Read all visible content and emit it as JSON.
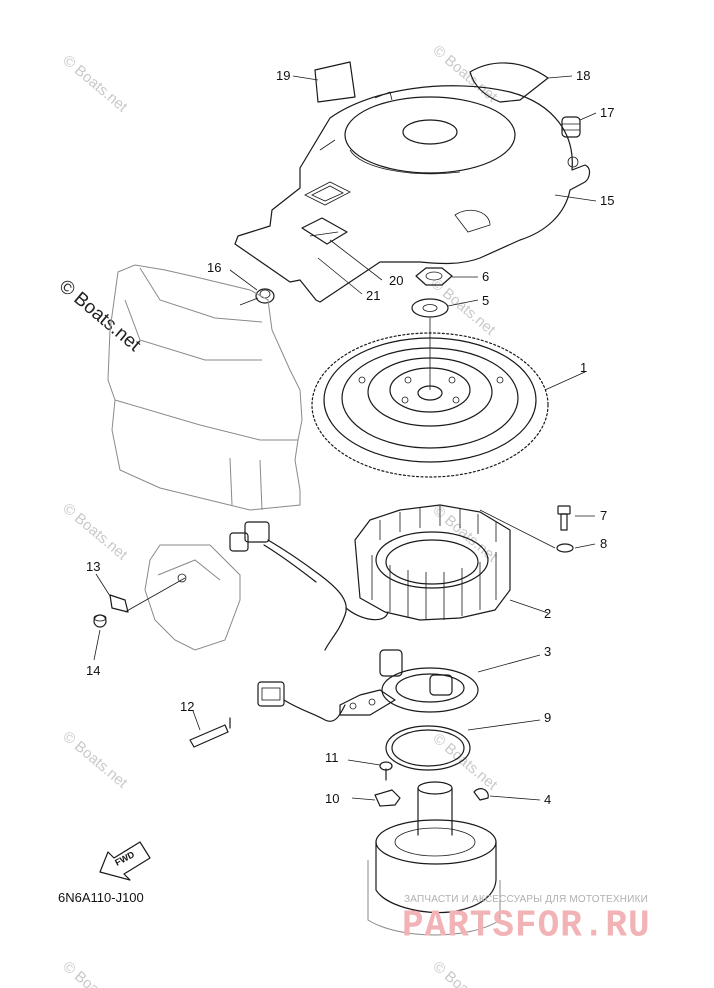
{
  "watermarks": {
    "main": "© Boats.net",
    "faint": "© Boats.net"
  },
  "callouts": {
    "n1": "1",
    "n2": "2",
    "n3": "3",
    "n4": "4",
    "n5": "5",
    "n6": "6",
    "n7": "7",
    "n8": "8",
    "n9": "9",
    "n10": "10",
    "n11": "11",
    "n12": "12",
    "n13": "13",
    "n14": "14",
    "n15": "15",
    "n16": "16",
    "n17": "17",
    "n18": "18",
    "n19": "19",
    "n20": "20",
    "n21": "21"
  },
  "fwd_label": "FWD",
  "diagram_code": "6N6A110-J100",
  "footer": {
    "tagline": "ЗАПЧАСТИ И АКСЕССУАРЫ ДЛЯ МОТОТЕХНИКИ",
    "logo": "PARTSFOR.RU"
  },
  "colors": {
    "line": "#1a1a1a",
    "watermark": "#c9c9c9",
    "logo": "#f2b3b6"
  }
}
